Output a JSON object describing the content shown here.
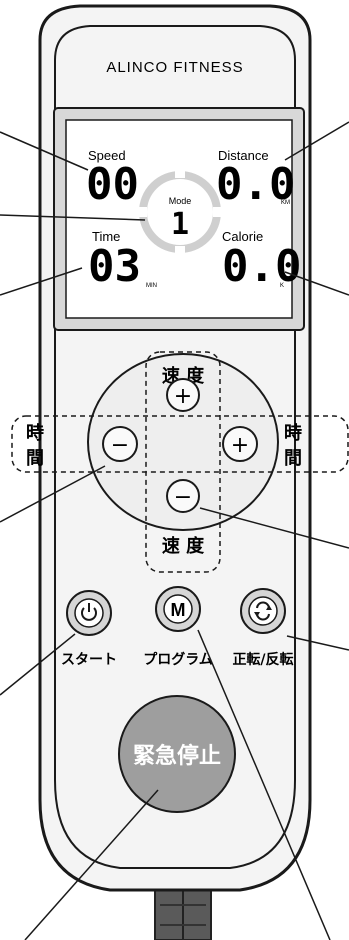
{
  "brand": "ALINCO FITNESS",
  "display": {
    "speed": {
      "label": "Speed",
      "value": "00"
    },
    "distance": {
      "label": "Distance",
      "value": "0.0",
      "unit": "KM"
    },
    "mode": {
      "label": "Mode",
      "value": "1"
    },
    "time": {
      "label": "Time",
      "value": "03",
      "unit": "MIN"
    },
    "calorie": {
      "label": "Calorie",
      "value": "0.0",
      "unit": "K"
    }
  },
  "dpad": {
    "speed_top": "速 度",
    "speed_bottom": "速 度",
    "time_left": [
      "時",
      "間"
    ],
    "time_right": [
      "時",
      "間"
    ],
    "plus": "+",
    "minus": "−"
  },
  "buttons": {
    "start": {
      "label": "スタート"
    },
    "program": {
      "label": "プログラム",
      "glyph": "M"
    },
    "reverse": {
      "label": "正転/反転"
    }
  },
  "emergency": {
    "label": "緊急停止"
  },
  "colors": {
    "body": "#f4f4f4",
    "lcd_frame": "#bdbdbd",
    "emergency": "#9e9e9e",
    "outline": "#1a1a1a"
  }
}
